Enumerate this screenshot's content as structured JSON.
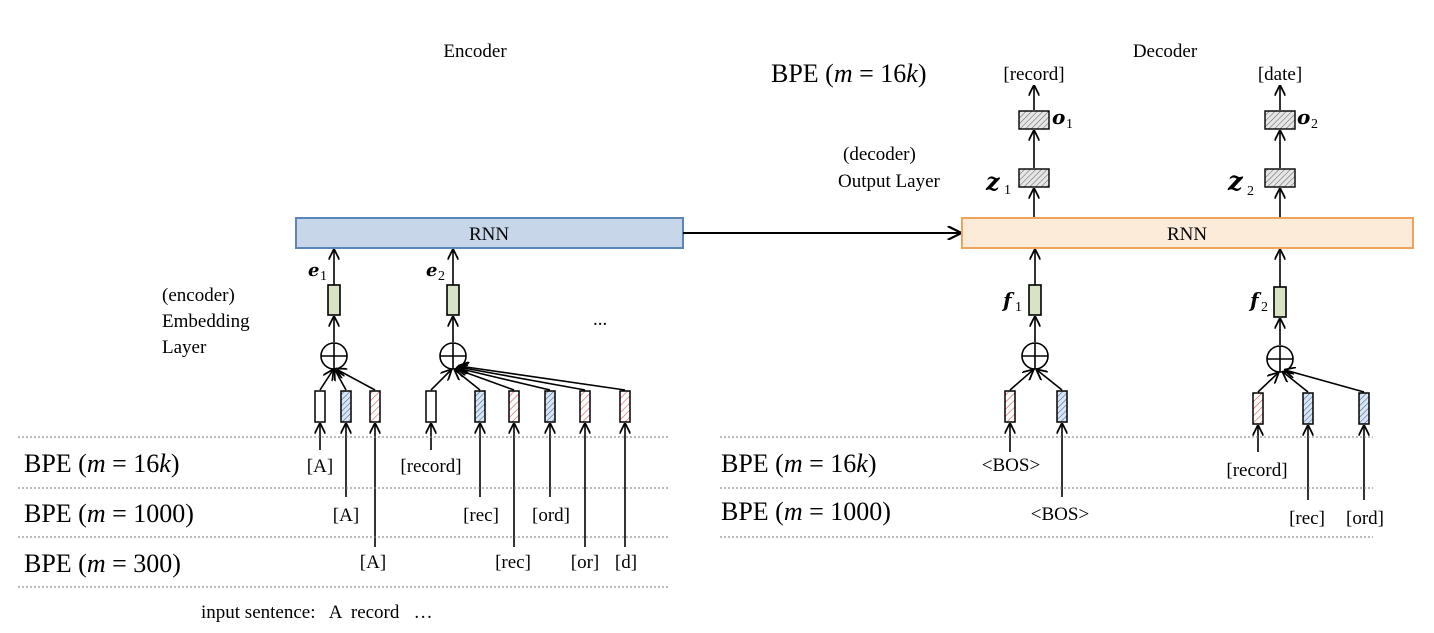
{
  "encoder": {
    "title": "Encoder",
    "rnn_label": "RNN",
    "layer_label": [
      "(encoder)",
      "Embedding",
      "Layer"
    ],
    "ellipsis": "...",
    "vectors": [
      {
        "sym": "e",
        "sub": "1"
      },
      {
        "sym": "e",
        "sub": "2"
      }
    ],
    "tokens": [
      {
        "text": "[A]",
        "row": 0
      },
      {
        "text": "[A]",
        "row": 1
      },
      {
        "text": "[A]",
        "row": 2
      },
      {
        "text": "[record]",
        "row": 0
      },
      {
        "text": "[rec]",
        "row": 1
      },
      {
        "text": "[ord]",
        "row": 1
      },
      {
        "text": "[rec]",
        "row": 2
      },
      {
        "text": "[or]",
        "row": 2
      },
      {
        "text": "[d]",
        "row": 2
      }
    ],
    "rows": [
      {
        "pre": "BPE (",
        "m": "m",
        "post": " = 16",
        "k": "k",
        "close": ")"
      },
      {
        "pre": "BPE (",
        "m": "m",
        "post": " = 1000",
        "k": "",
        "close": ")"
      },
      {
        "pre": "BPE (",
        "m": "m",
        "post": " = 300",
        "k": "",
        "close": ")"
      }
    ],
    "input_sentence": "input sentence:   A  record   …"
  },
  "decoder": {
    "title": "Decoder",
    "rnn_label": "RNN",
    "layer_label": [
      "(decoder)",
      "Output Layer"
    ],
    "output_bpe": {
      "pre": "BPE (",
      "m": "m",
      "post": " = 16",
      "k": "k",
      "close": ")"
    },
    "outputs": [
      "[record]",
      "[date]"
    ],
    "out_vectors": [
      {
        "sym": "o",
        "sub": "1"
      },
      {
        "sym": "o",
        "sub": "2"
      }
    ],
    "hidden_vectors": [
      {
        "sym": "z",
        "sub": "1"
      },
      {
        "sym": "z",
        "sub": "2"
      }
    ],
    "input_vectors": [
      {
        "sym": "f",
        "sub": "1"
      },
      {
        "sym": "f",
        "sub": "2"
      }
    ],
    "tokens": [
      {
        "text": "<BOS>",
        "row": 0
      },
      {
        "text": "<BOS>",
        "row": 1
      },
      {
        "text": "[record]",
        "row": 0
      },
      {
        "text": "[rec]",
        "row": 1
      },
      {
        "text": "[ord]",
        "row": 1
      }
    ],
    "rows": [
      {
        "pre": "BPE (",
        "m": "m",
        "post": " = 16",
        "k": "k",
        "close": ")"
      },
      {
        "pre": "BPE (",
        "m": "m",
        "post": " = 1000",
        "k": "",
        "close": ")"
      }
    ]
  },
  "colors": {
    "encoder_rnn_fill": "#c8d6ea",
    "encoder_rnn_stroke": "#5b86b8",
    "decoder_rnn_fill": "#fcebd9",
    "decoder_rnn_stroke": "#f0a35a",
    "embedding_fill": "#d7e3c4",
    "hatch_red": "#d9534f",
    "hatch_blue": "#3b6aa8",
    "hatch_gray": "#555555"
  }
}
